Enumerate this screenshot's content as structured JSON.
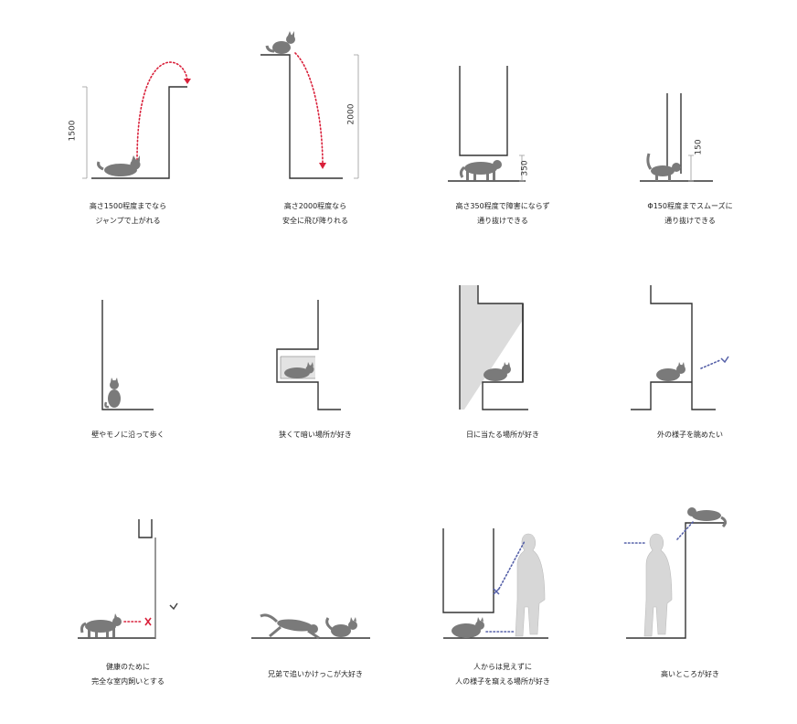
{
  "captions": {
    "c1": [
      "高さ1500程度までなら",
      "ジャンプで上がれる"
    ],
    "c2": [
      "高さ2000程度なら",
      "安全に飛び降りれる"
    ],
    "c3": [
      "高さ350程度で障害にならず",
      "通り抜けできる"
    ],
    "c4": [
      "Φ150程度までスムーズに",
      "通り抜けできる"
    ],
    "c5": [
      "壁やモノに沿って歩く"
    ],
    "c6": [
      "狭くて暗い場所が好き"
    ],
    "c7": [
      "日に当たる場所が好き"
    ],
    "c8": [
      "外の様子を眺めたい"
    ],
    "c9": [
      "健康のために",
      "完全な室内飼いとする"
    ],
    "c10": [
      "兄弟で追いかけっこが大好き"
    ],
    "c11": [
      "人からは見えずに",
      "人の様子を窺える場所が好き"
    ],
    "c12": [
      "高いところが好き"
    ]
  },
  "dims": {
    "d1": "1500",
    "d2": "2000",
    "d3": "350",
    "d4": "150"
  },
  "colors": {
    "jump_arrow": "#d9203a",
    "gaze_arrow": "#5560a8",
    "cat": "#7a7a7a",
    "person": "#d7d7d7"
  }
}
